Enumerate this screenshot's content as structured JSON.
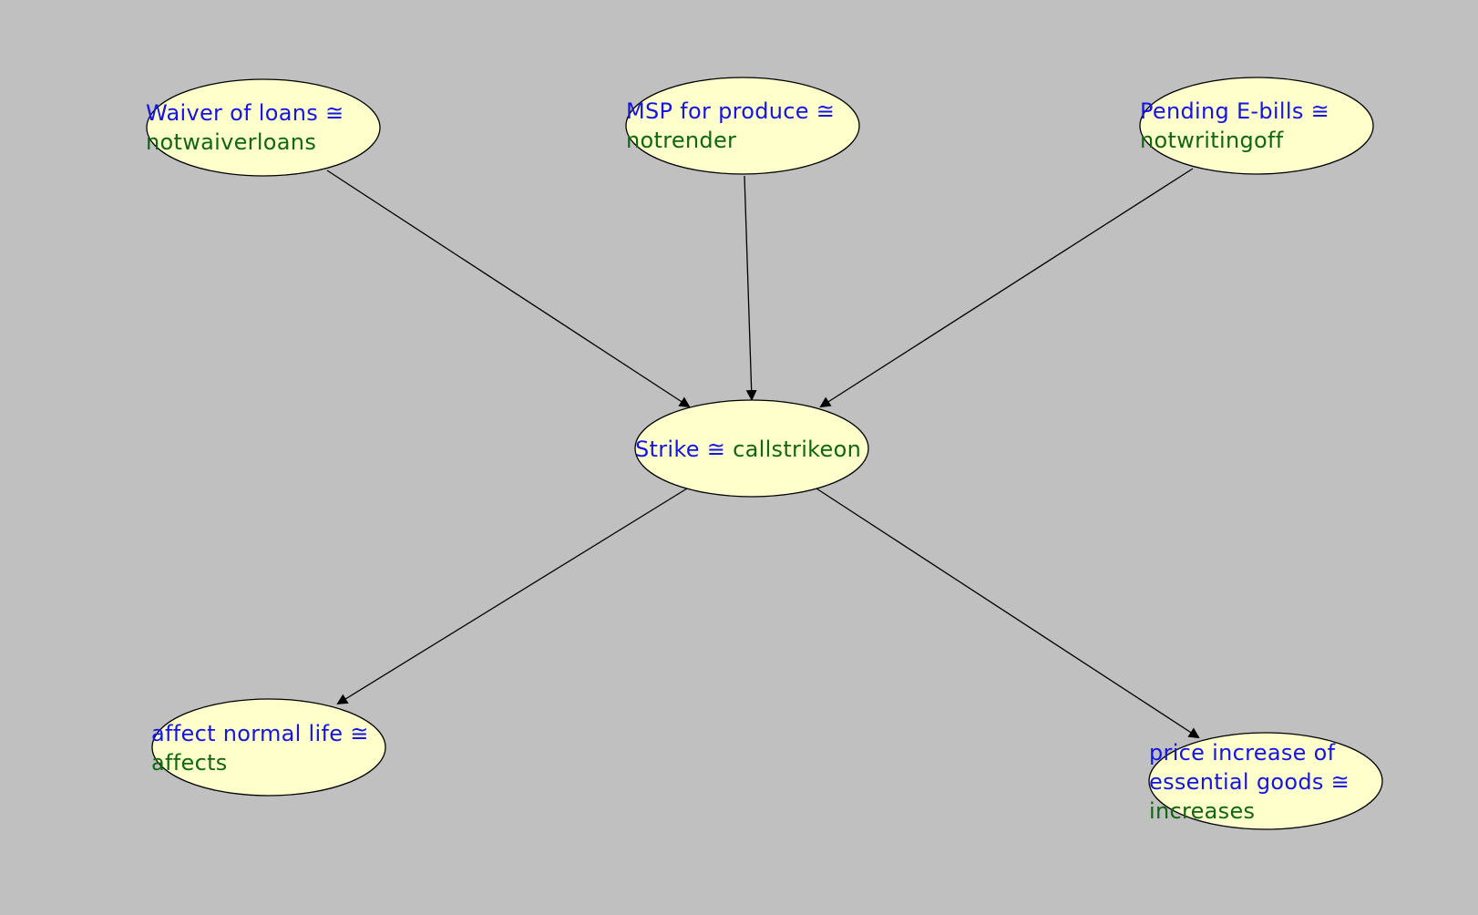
{
  "diagram": {
    "colors": {
      "background": "#c0c0c0",
      "node_fill": "#ffffcc",
      "concept_text": "#1414e6",
      "alias_text": "#116611",
      "edge": "#000000"
    },
    "separator": "≅",
    "nodes": [
      {
        "id": "waiver",
        "concept": "Waiver of loans",
        "alias": "notwaiverloans"
      },
      {
        "id": "msp",
        "concept": "MSP for produce",
        "alias": "notrender"
      },
      {
        "id": "ebills",
        "concept": "Pending E-bills",
        "alias": "notwritingoff"
      },
      {
        "id": "strike",
        "concept": "Strike",
        "alias": "callstrikeon"
      },
      {
        "id": "normal",
        "concept": "affect normal life",
        "alias": "affects"
      },
      {
        "id": "price",
        "concept": "price increase of essential goods",
        "alias": "increases"
      }
    ],
    "edges": [
      {
        "from": "waiver",
        "to": "strike"
      },
      {
        "from": "msp",
        "to": "strike"
      },
      {
        "from": "ebills",
        "to": "strike"
      },
      {
        "from": "strike",
        "to": "normal"
      },
      {
        "from": "strike",
        "to": "price"
      }
    ]
  }
}
